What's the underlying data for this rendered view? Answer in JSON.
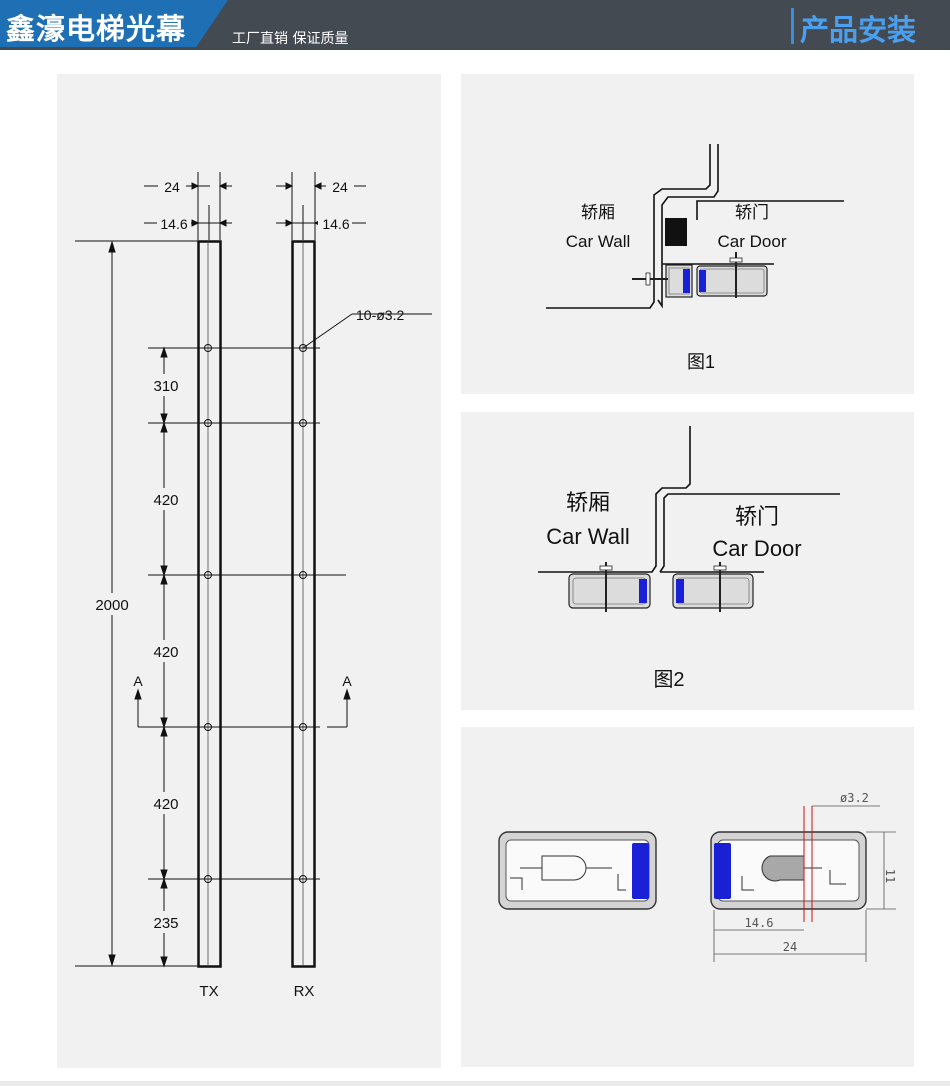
{
  "header": {
    "brand_title": "鑫濠电梯光幕",
    "slogan": "工厂直销  保证质量",
    "section_title": "产品安装"
  },
  "drawing": {
    "dim_24_left": "24",
    "dim_146_left": "14.6",
    "dim_24_right": "24",
    "dim_146_right": "14.6",
    "holes_label": "10-ø3.2",
    "total_length": "2000",
    "spacings": [
      "310",
      "420",
      "420",
      "420",
      "235"
    ],
    "section_mark": "A",
    "tx_label": "TX",
    "rx_label": "RX"
  },
  "fig1": {
    "wall_cn": "轿厢",
    "wall_en": "Car Wall",
    "door_cn": "轿门",
    "door_en": "Car Door",
    "caption": "图1"
  },
  "fig2": {
    "wall_cn": "轿厢",
    "wall_en": "Car Wall",
    "door_cn": "轿门",
    "door_en": "Car Door",
    "caption": "图2"
  },
  "section": {
    "hole_dim": "ø3.2",
    "height_dim": "11",
    "inner_width_dim": "14.6",
    "width_dim": "24"
  },
  "colors": {
    "header_bg": "#444a52",
    "brand_blue": "#1f6fb5",
    "section_title": "#4aa0ef",
    "emitter_blue": "#1a20d6",
    "panel_bg": "#f1f1f1"
  }
}
